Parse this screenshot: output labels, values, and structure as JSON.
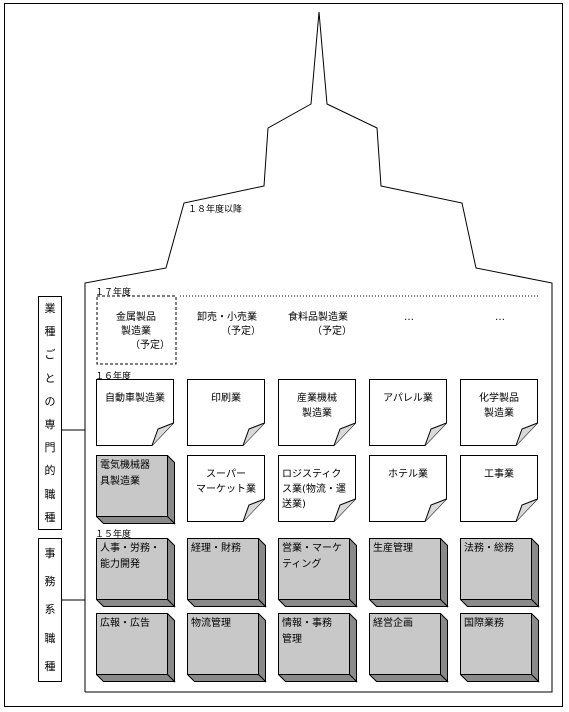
{
  "year_labels": {
    "y18": "１８年度以降",
    "y17": "１７年度",
    "y16": "１６年度",
    "y15": "１５年度"
  },
  "side_groups": {
    "specialized": [
      "業",
      "種",
      "ご",
      "と",
      "の",
      "専",
      "門",
      "的",
      "職",
      "種"
    ],
    "office": [
      "事",
      "務",
      "系",
      "職",
      "種"
    ]
  },
  "planned_row": [
    {
      "lines": [
        "金属製品",
        "製造業"
      ],
      "sub": "（予定）"
    },
    {
      "lines": [
        "卸売・小売業"
      ],
      "sub": "（予定）"
    },
    {
      "lines": [
        "食料品製造業"
      ],
      "sub": "（予定）"
    },
    {
      "lines": [
        "…"
      ],
      "sub": ""
    },
    {
      "lines": [
        "…"
      ],
      "sub": ""
    }
  ],
  "row_16_white": [
    {
      "lines": [
        "自動車製造業"
      ],
      "align": "center"
    },
    {
      "lines": [
        "印刷業"
      ],
      "align": "center"
    },
    {
      "lines": [
        "産業機械",
        "製造業"
      ],
      "align": "center"
    },
    {
      "lines": [
        "アパレル業"
      ],
      "align": "center"
    },
    {
      "lines": [
        "化学製品",
        "製造業"
      ],
      "align": "center"
    }
  ],
  "row_16_mixed": [
    {
      "lines": [
        "電気機械器",
        "具製造業"
      ],
      "gray": true
    },
    {
      "lines": [
        "スーパー",
        "マーケット業"
      ],
      "gray": false
    },
    {
      "lines": [
        "ロジスティク",
        "ス業(物流・運",
        "送業)"
      ],
      "gray": false
    },
    {
      "lines": [
        "ホテル業"
      ],
      "gray": false
    },
    {
      "lines": [
        "工事業"
      ],
      "gray": false
    }
  ],
  "row_15_a": [
    {
      "lines": [
        "人事・労務・",
        "能力開発"
      ]
    },
    {
      "lines": [
        "経理・財務"
      ]
    },
    {
      "lines": [
        "営業・マーケ",
        "ティング"
      ]
    },
    {
      "lines": [
        "生産管理"
      ]
    },
    {
      "lines": [
        "法務・総務"
      ]
    }
  ],
  "row_15_b": [
    {
      "lines": [
        "広報・広告"
      ]
    },
    {
      "lines": [
        "物流管理"
      ]
    },
    {
      "lines": [
        "情報・事務",
        "管理"
      ]
    },
    {
      "lines": [
        "経営企画"
      ]
    },
    {
      "lines": [
        "国際業務"
      ]
    }
  ],
  "colors": {
    "gray_face": "#c8c8c8",
    "gray_side": "#8a8a8a",
    "gray_top": "#e6e6e6",
    "fold": "#d9d9d9"
  }
}
